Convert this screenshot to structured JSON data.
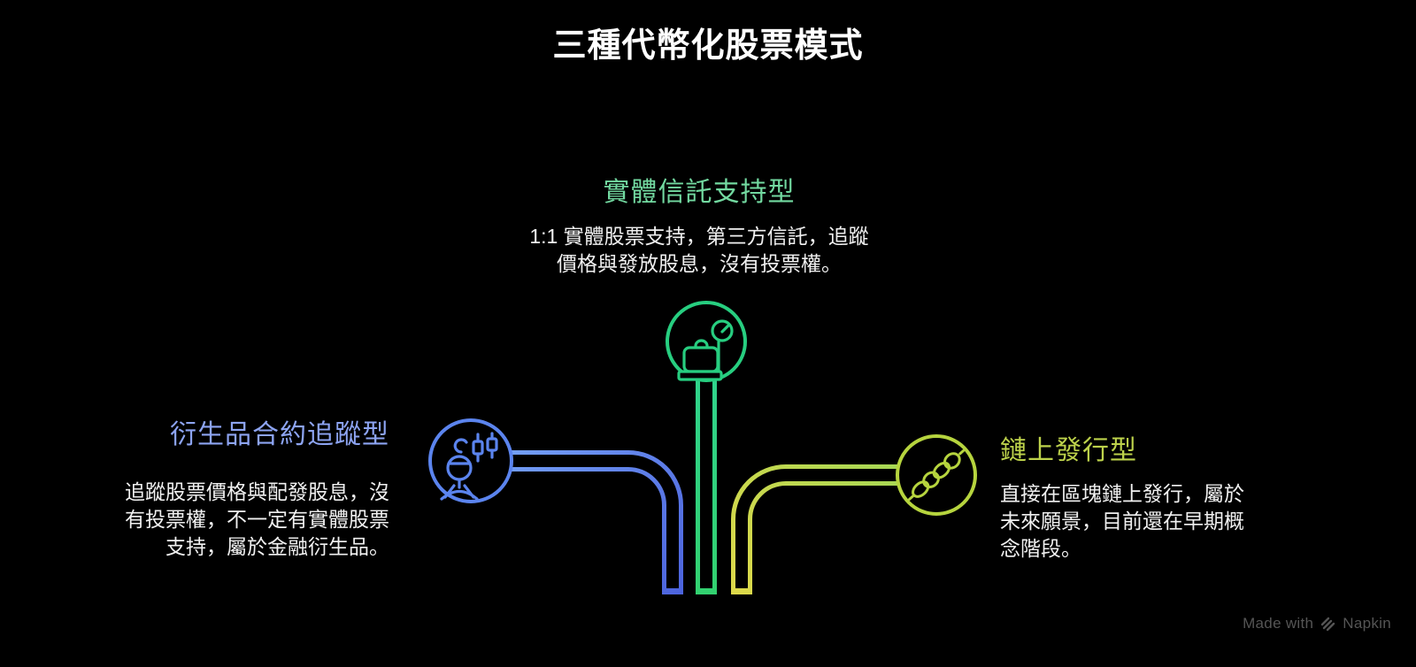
{
  "title": "三種代幣化股票模式",
  "sections": {
    "trust": {
      "label": "實體信託支持型",
      "description": "1:1 實體股票支持，第三方信託，追蹤價格與發放股息，沒有投票權。",
      "icon": "scale-icon"
    },
    "derivative": {
      "label": "衍生品合約追蹤型",
      "description": "追蹤股票價格與配發股息，沒有投票權，不一定有實體股票支持，屬於金融衍生品。",
      "icon": "person-candlestick-icon"
    },
    "onchain": {
      "label": "鏈上發行型",
      "description": "直接在區塊鏈上發行，屬於未來願景，目前還在早期概念階段。",
      "icon": "chain-icon"
    }
  },
  "watermark": {
    "made_with": "Made with",
    "brand": "Napkin"
  },
  "colors": {
    "background": "#000000",
    "title": "#ffffff",
    "text": "#f0f0f0",
    "trust_heading": "#72d9a0",
    "derivative_heading": "#8da4f2",
    "onchain_heading": "#bdd24b",
    "trust_node": "#27ce80",
    "derivative_node": "#5b84ee",
    "onchain_node": "#b6d43e",
    "trust_line_start": "#2fd48f",
    "trust_line_end": "#32d16e",
    "derivative_line_start": "#74a0f6",
    "derivative_line_end": "#4c63dd",
    "onchain_line_start": "#a6d754",
    "onchain_line_end": "#ded94a",
    "watermark": "#555555"
  }
}
